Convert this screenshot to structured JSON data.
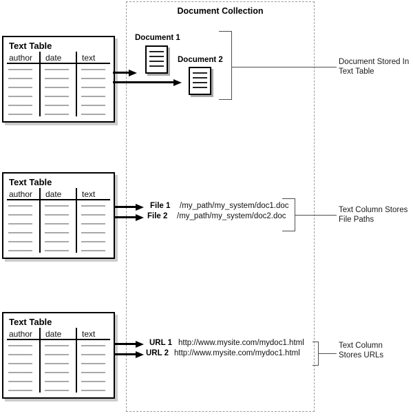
{
  "collection": {
    "title": "Document Collection"
  },
  "tables": [
    {
      "title": "Text Table",
      "columns": [
        "author",
        "date",
        "text"
      ],
      "placeholder_rows": 6
    },
    {
      "title": "Text Table",
      "columns": [
        "author",
        "date",
        "text"
      ],
      "placeholder_rows": 6
    },
    {
      "title": "Text Table",
      "columns": [
        "author",
        "date",
        "text"
      ],
      "placeholder_rows": 6
    }
  ],
  "documents": [
    {
      "label": "Document 1"
    },
    {
      "label": "Document 2"
    }
  ],
  "files": [
    {
      "label": "File 1",
      "path": "/my_path/my_system/doc1.doc"
    },
    {
      "label": "File 2",
      "path": "/my_path/my_system/doc2.doc"
    }
  ],
  "urls": [
    {
      "label": "URL 1",
      "value": "http://www.mysite.com/mydoc1.html"
    },
    {
      "label": "URL 2",
      "value": "http://www.mysite.com/mydoc1.html"
    }
  ],
  "annotations": [
    {
      "line1": "Document Stored In",
      "line2": "Text Table"
    },
    {
      "line1": "Text Column Stores",
      "line2": "File Paths"
    },
    {
      "line1": "Text Column",
      "line2": "Stores URLs"
    }
  ],
  "colors": {
    "arrow": "#000000",
    "dashed_border": "#999999",
    "row_dash": "#a8a8a8",
    "connector_line": "#4d4d4d",
    "table_shadow": "#cccccc"
  }
}
